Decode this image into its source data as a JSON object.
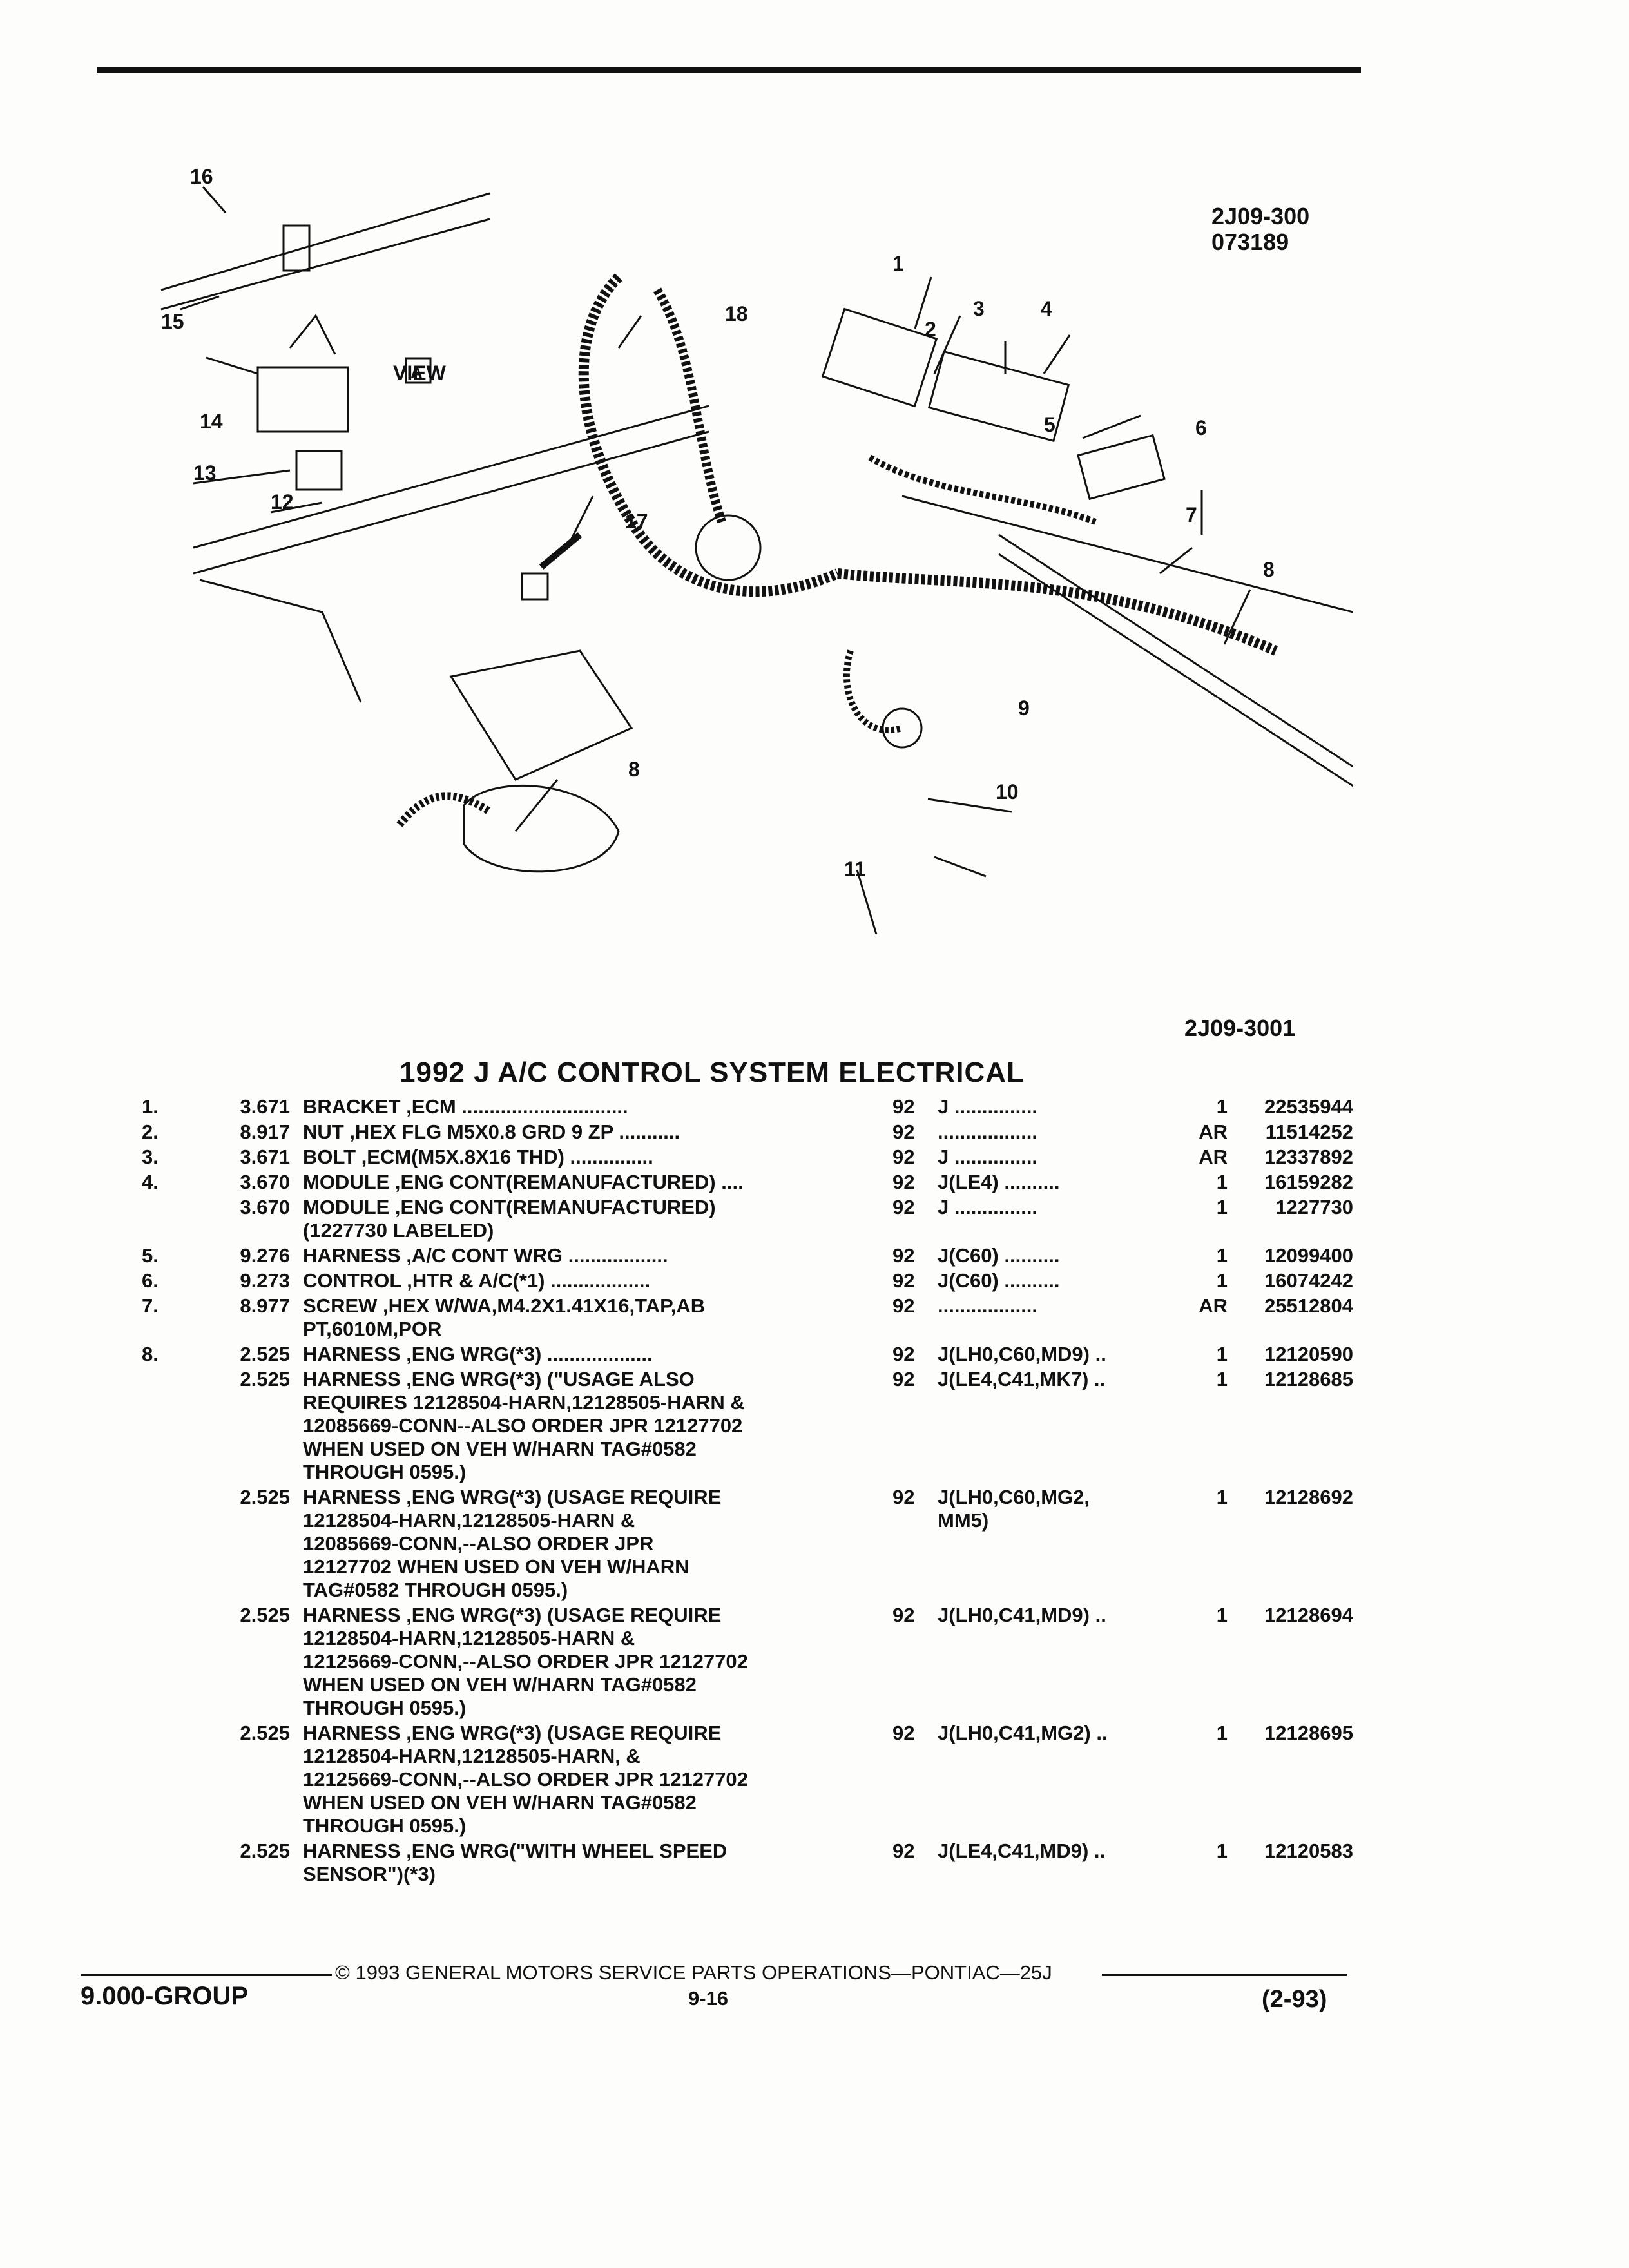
{
  "diagram": {
    "code_top_line1": "2J09-300",
    "code_top_line2": "073189",
    "view_label": "VIEW",
    "view_letter": "A",
    "callouts": [
      "16",
      "15",
      "14",
      "13",
      "12",
      "17",
      "18",
      "1",
      "2",
      "3",
      "4",
      "5",
      "6",
      "7",
      "8",
      "9",
      "10",
      "11",
      "8"
    ]
  },
  "section": {
    "code": "2J09-3001",
    "title": "1992 J A/C CONTROL SYSTEM ELECTRICAL"
  },
  "items": [
    {
      "no": "1.",
      "ref": "3.671",
      "desc": "BRACKET ,ECM ..............................",
      "yr": "92",
      "model": "J ...............",
      "qty": "1",
      "part": "22535944"
    },
    {
      "no": "2.",
      "ref": "8.917",
      "desc": "NUT ,HEX FLG M5X0.8 GRD 9 ZP ...........",
      "yr": "92",
      "model": "..................",
      "qty": "AR",
      "part": "11514252"
    },
    {
      "no": "3.",
      "ref": "3.671",
      "desc": "BOLT ,ECM(M5X.8X16 THD) ...............",
      "yr": "92",
      "model": "J ...............",
      "qty": "AR",
      "part": "12337892"
    },
    {
      "no": "4.",
      "ref": "3.670",
      "desc": "MODULE ,ENG CONT(REMANUFACTURED) ....",
      "yr": "92",
      "model": "J(LE4) ..........",
      "qty": "1",
      "part": "16159282"
    },
    {
      "no": "",
      "ref": "3.670",
      "desc": "MODULE ,ENG CONT(REMANUFACTURED)\n(1227730 LABELED)",
      "yr": "92",
      "model": "J ...............",
      "qty": "1",
      "part": "1227730"
    },
    {
      "no": "5.",
      "ref": "9.276",
      "desc": "HARNESS ,A/C CONT WRG ..................",
      "yr": "92",
      "model": "J(C60) ..........",
      "qty": "1",
      "part": "12099400"
    },
    {
      "no": "6.",
      "ref": "9.273",
      "desc": "CONTROL ,HTR & A/C(*1) ..................",
      "yr": "92",
      "model": "J(C60) ..........",
      "qty": "1",
      "part": "16074242"
    },
    {
      "no": "7.",
      "ref": "8.977",
      "desc": "SCREW ,HEX W/WA,M4.2X1.41X16,TAP,AB\nPT,6010M,POR",
      "yr": "92",
      "model": "..................",
      "qty": "AR",
      "part": "25512804"
    },
    {
      "no": "8.",
      "ref": "2.525",
      "desc": "HARNESS ,ENG WRG(*3) ...................",
      "yr": "92",
      "model": "J(LH0,C60,MD9) ..",
      "qty": "1",
      "part": "12120590"
    },
    {
      "no": "",
      "ref": "2.525",
      "desc": "HARNESS ,ENG WRG(*3) (\"USAGE ALSO\nREQUIRES 12128504-HARN,12128505-HARN &\n12085669-CONN--ALSO ORDER JPR 12127702\nWHEN USED ON VEH W/HARN TAG#0582\nTHROUGH 0595.)",
      "yr": "92",
      "model": "J(LE4,C41,MK7) ..",
      "qty": "1",
      "part": "12128685"
    },
    {
      "no": "",
      "ref": "2.525",
      "desc": "HARNESS ,ENG WRG(*3) (USAGE REQUIRE\n12128504-HARN,12128505-HARN &\n12085669-CONN,--ALSO ORDER JPR\n12127702 WHEN USED ON VEH W/HARN\nTAG#0582 THROUGH 0595.)",
      "yr": "92",
      "model": "J(LH0,C60,MG2,\nMM5)",
      "qty": "1",
      "part": "12128692"
    },
    {
      "no": "",
      "ref": "2.525",
      "desc": "HARNESS ,ENG WRG(*3) (USAGE REQUIRE\n12128504-HARN,12128505-HARN &\n12125669-CONN,--ALSO ORDER JPR 12127702\nWHEN USED ON VEH W/HARN TAG#0582\nTHROUGH 0595.)",
      "yr": "92",
      "model": "J(LH0,C41,MD9) ..",
      "qty": "1",
      "part": "12128694"
    },
    {
      "no": "",
      "ref": "2.525",
      "desc": "HARNESS ,ENG WRG(*3) (USAGE REQUIRE\n12128504-HARN,12128505-HARN, &\n12125669-CONN,--ALSO ORDER JPR 12127702\nWHEN USED ON VEH W/HARN TAG#0582\nTHROUGH 0595.)",
      "yr": "92",
      "model": "J(LH0,C41,MG2) ..",
      "qty": "1",
      "part": "12128695"
    },
    {
      "no": "",
      "ref": "2.525",
      "desc": "HARNESS ,ENG WRG(\"WITH WHEEL SPEED\nSENSOR\")(*3)",
      "yr": "92",
      "model": "J(LE4,C41,MD9) ..",
      "qty": "1",
      "part": "12120583"
    }
  ],
  "footer": {
    "copyright": "© 1993 GENERAL MOTORS SERVICE PARTS OPERATIONS—PONTIAC—25J",
    "group": "9.000-GROUP",
    "page": "9-16",
    "date": "(2-93)"
  }
}
